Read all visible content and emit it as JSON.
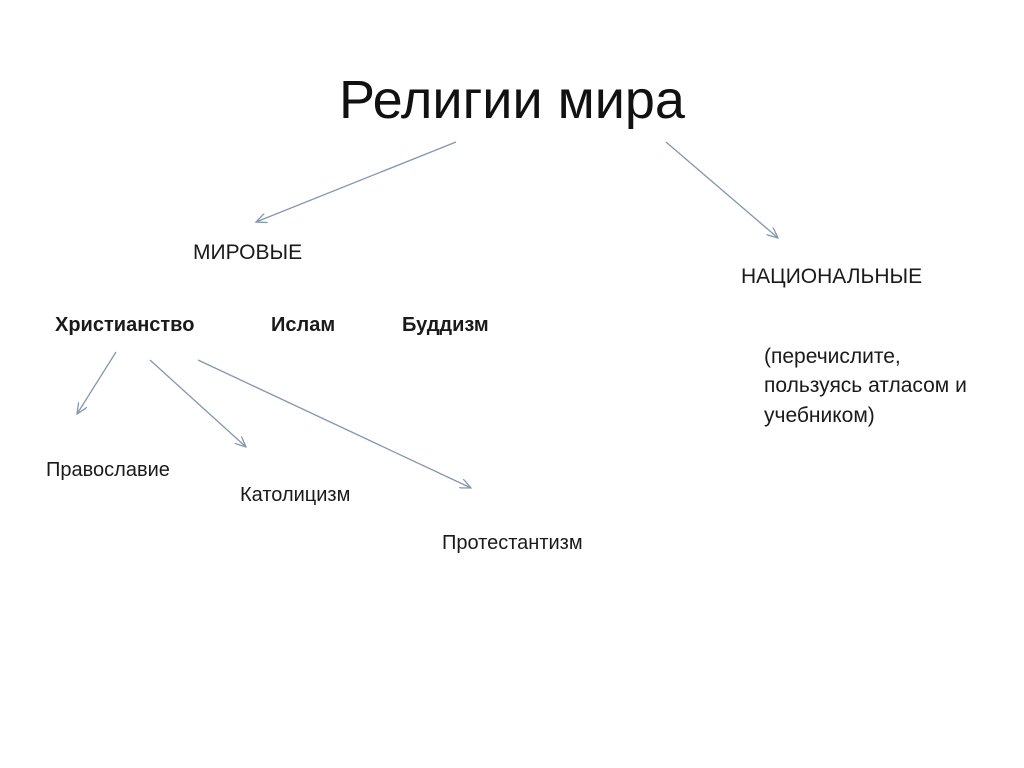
{
  "title": "Религии мира",
  "categories": {
    "world": "МИРОВЫЕ",
    "national": "НАЦИОНАЛЬНЫЕ"
  },
  "world_religions": {
    "christianity": "Христианство",
    "islam": "Ислам",
    "buddhism": "Буддизм"
  },
  "christian_branches": {
    "orthodoxy": "Православие",
    "catholicism": "Католицизм",
    "protestantism": "Протестантизм"
  },
  "national_note": "(перечислите, пользуясь атласом и учебником)",
  "colors": {
    "arrow": "#8497b0",
    "text": "#1a1a1a"
  }
}
